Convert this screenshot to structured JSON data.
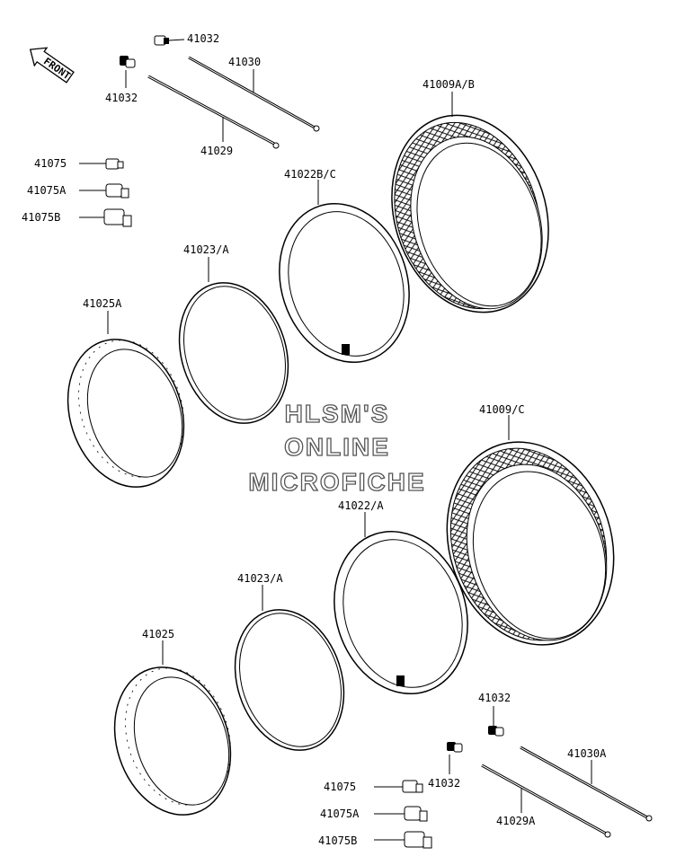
{
  "direction_label": "FRONT",
  "watermark": {
    "line1": "HLSM'S",
    "line2": "ONLINE",
    "line3": "MICROFICHE"
  },
  "parts": {
    "p41032_a": "41032",
    "p41032_b": "41032",
    "p41030": "41030",
    "p41029": "41029",
    "p41009ab": "41009A/B",
    "p41075": "41075",
    "p41075a": "41075A",
    "p41075b": "41075B",
    "p41022bc": "41022B/C",
    "p41023a_top": "41023/A",
    "p41025a": "41025A",
    "p41009c": "41009/C",
    "p41022a": "41022/A",
    "p41023a_bot": "41023/A",
    "p41025": "41025",
    "p41032_c": "41032",
    "p41032_d": "41032",
    "p41030a": "41030A",
    "p41029a": "41029A",
    "p41075_bot": "41075",
    "p41075a_bot": "41075A",
    "p41075b_bot": "41075B"
  }
}
